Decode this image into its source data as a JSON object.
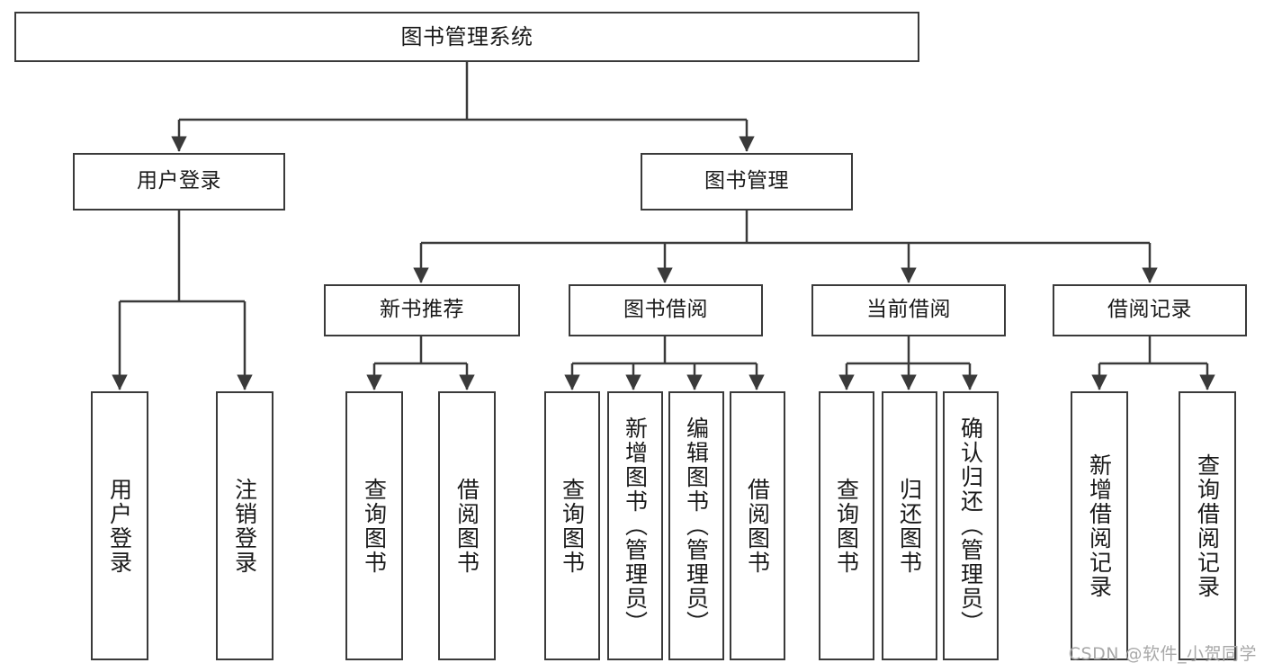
{
  "diagram": {
    "title": "图书管理系统",
    "type": "tree-hierarchy-chart",
    "colors": {
      "box_border": "#3a3a3a",
      "box_fill": "#ffffff",
      "connector": "#3a3a3a",
      "text": "#1a1a1a",
      "watermark": "#a8a8a8"
    },
    "root": {
      "label": "图书管理系统"
    },
    "level2": [
      {
        "label": "用户登录"
      },
      {
        "label": "图书管理"
      }
    ],
    "level3": [
      {
        "label": "新书推荐"
      },
      {
        "label": "图书借阅"
      },
      {
        "label": "当前借阅"
      },
      {
        "label": "借阅记录"
      }
    ],
    "leaves": {
      "user_login": [
        {
          "label": "用户登录"
        },
        {
          "label": "注销登录"
        }
      ],
      "new_book_recommend": [
        {
          "label": "查询图书"
        },
        {
          "label": "借阅图书"
        }
      ],
      "book_borrow": [
        {
          "label": "查询图书"
        },
        {
          "label": "新增图书（管理员）"
        },
        {
          "label": "编辑图书（管理员）"
        },
        {
          "label": "借阅图书"
        }
      ],
      "current_borrow": [
        {
          "label": "查询图书"
        },
        {
          "label": "归还图书"
        },
        {
          "label": "确认归还（管理员）"
        }
      ],
      "borrow_records": [
        {
          "label": "新增借阅记录"
        },
        {
          "label": "查询借阅记录"
        }
      ]
    }
  },
  "watermark": {
    "text": "CSDN @软件_小贺同学"
  }
}
